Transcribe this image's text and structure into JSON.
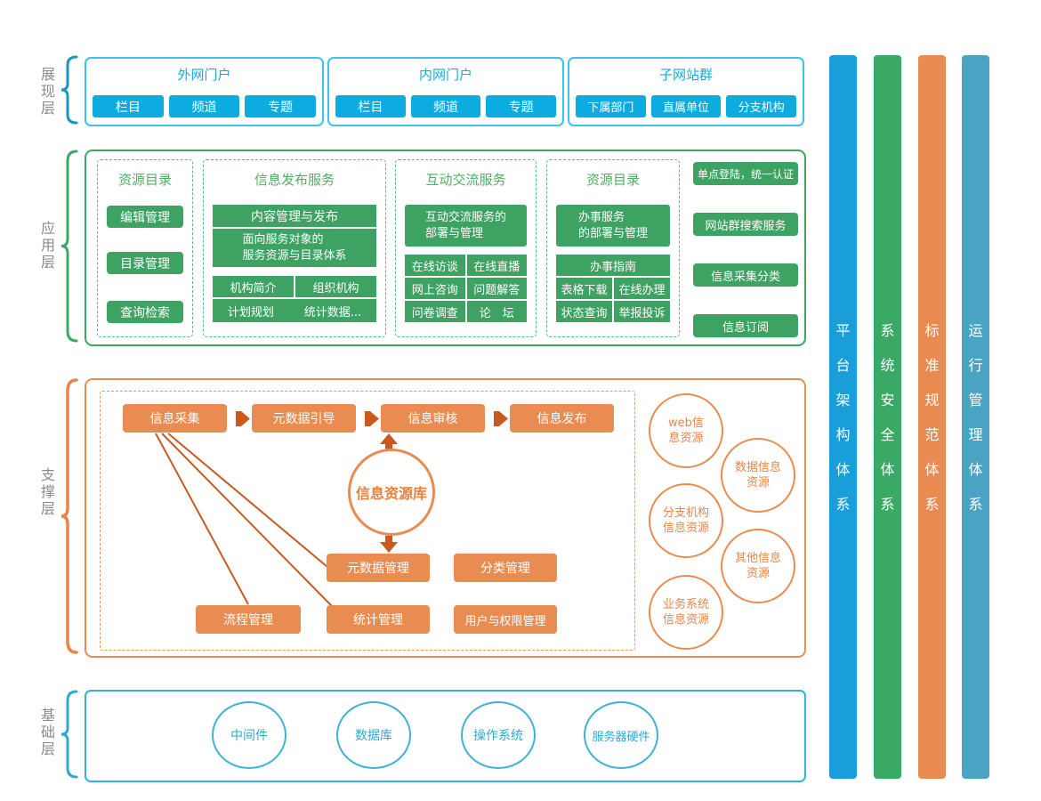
{
  "colors": {
    "blue_button": "#0CACE0",
    "blue_border": "#3CC2EE",
    "blue_title": "#17A9DE",
    "green_solid": "#3DA262",
    "green_border": "#3AA860",
    "green_dashed": "#58BA7E",
    "green_title": "#4FAE63",
    "orange_solid": "#E98C52",
    "orange_connector": "#C75A1E",
    "teal_border": "#3FB2D4",
    "teal_text": "#2FA9CC",
    "label_gray": "#8A8A8A"
  },
  "presentation": {
    "label": "展现层",
    "portals": [
      {
        "title": "外网门户",
        "items": [
          "栏目",
          "频道",
          "专题"
        ]
      },
      {
        "title": "内网门户",
        "items": [
          "栏目",
          "频道",
          "专题"
        ]
      },
      {
        "title": "子网站群",
        "items": [
          "下属部门",
          "直属单位",
          "分支机构"
        ]
      }
    ]
  },
  "application": {
    "label": "应用层",
    "resource_catalog": {
      "title": "资源目录",
      "items": [
        "编辑管理",
        "目录管理",
        "查询检索"
      ]
    },
    "publish": {
      "title": "信息发布服务",
      "row1": "内容管理与发布",
      "row2": "面向服务对象的\n服务资源与目录体系",
      "grid": [
        [
          "机构简介",
          "组织机构"
        ],
        [
          "计划规划",
          "统计数据..."
        ]
      ]
    },
    "interact": {
      "title": "互动交流服务",
      "block": "互动交流服务的\n部署与管理",
      "grid": [
        [
          "在线访谈",
          "在线直播"
        ],
        [
          "网上咨询",
          "问题解答"
        ],
        [
          "问卷调查",
          "论　坛"
        ]
      ]
    },
    "affairs": {
      "title": "资源目录",
      "block": "办事服务\n的部署与管理",
      "header": "办事指南",
      "grid": [
        [
          "表格下载",
          "在线办理"
        ],
        [
          "状态查询",
          "举报投诉"
        ]
      ]
    },
    "services": [
      "单点登陆，统一认证",
      "网站群搜索服务",
      "信息采集分类",
      "信息订阅"
    ]
  },
  "support": {
    "label": "支撑层",
    "flow": [
      "信息采集",
      "元数据引导",
      "信息审核",
      "信息发布"
    ],
    "repository": "信息资源库",
    "mgmt": [
      "元数据管理",
      "分类管理",
      "流程管理",
      "统计管理",
      "用户与权限管理"
    ],
    "resources": [
      "web信\n息资源",
      "数据信息\n资源",
      "分支机构\n信息资源",
      "其他信息\n资源",
      "业务系统\n信息资源"
    ]
  },
  "foundation": {
    "label": "基础层",
    "items": [
      "中间件",
      "数据库",
      "操作系统",
      "服务器硬件"
    ]
  },
  "pillars": [
    {
      "label": "平台架构体系",
      "color": "#199ED9"
    },
    {
      "label": "系统安全体系",
      "color": "#3BA966"
    },
    {
      "label": "标准规范体系",
      "color": "#E98A50"
    },
    {
      "label": "运行管理体系",
      "color": "#4BA3C3"
    }
  ]
}
